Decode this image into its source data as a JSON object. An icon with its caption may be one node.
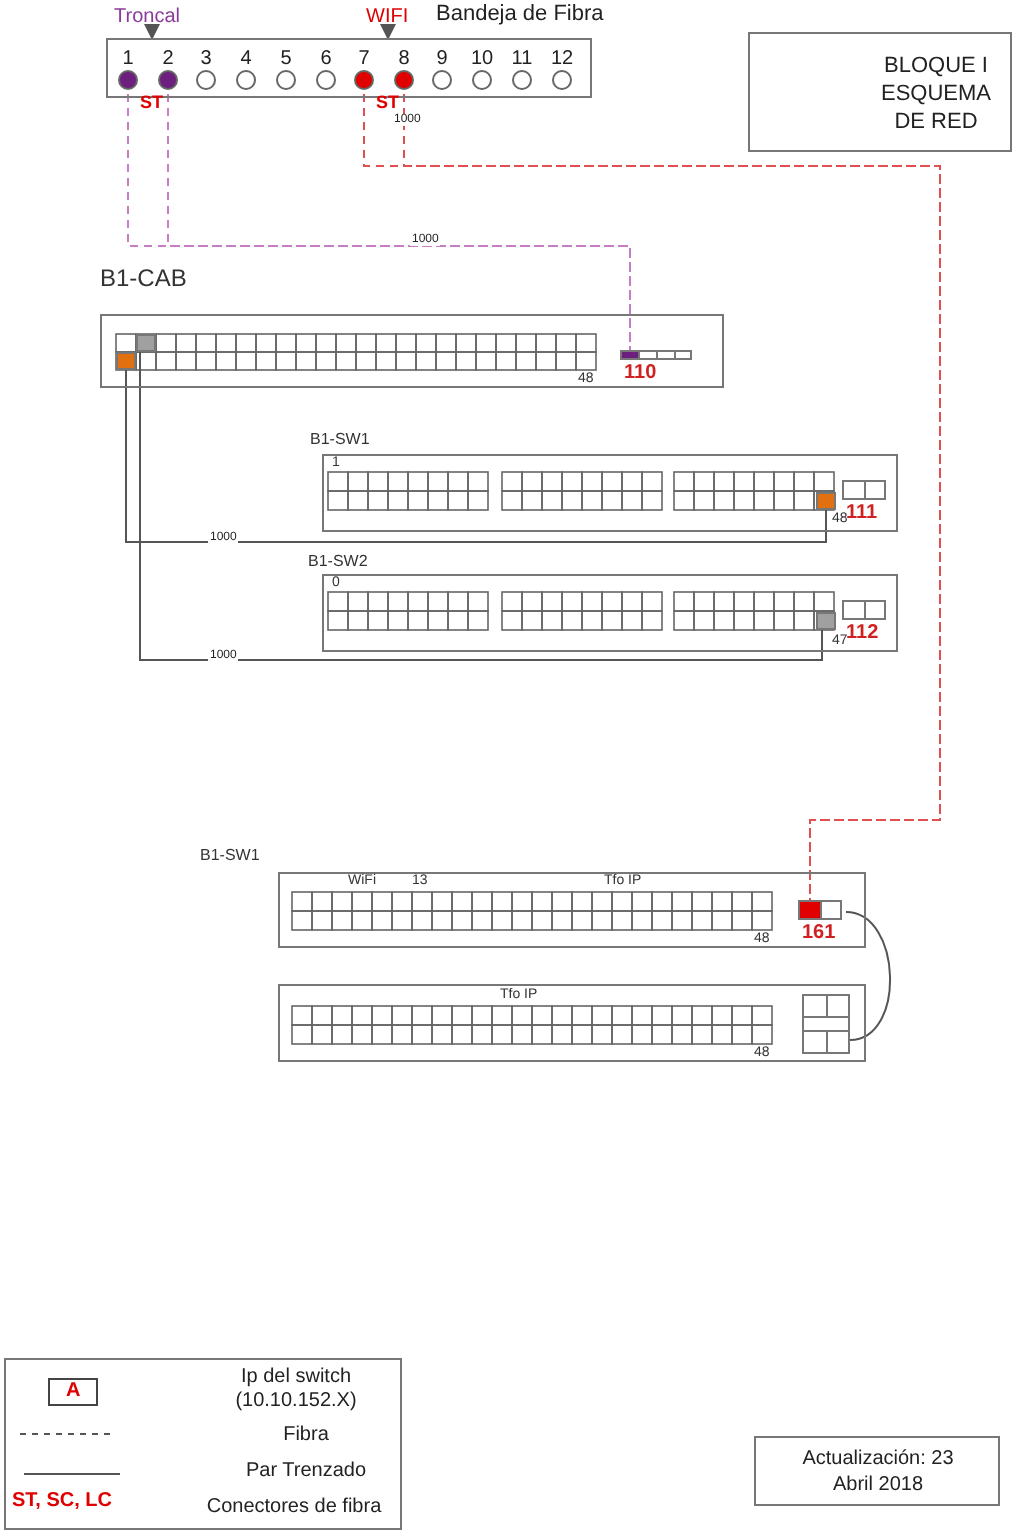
{
  "diagram": {
    "title": "BLOQUE I ESQUEMA DE RED",
    "caption": "Actualización: 23 Abril 2018",
    "nodes": [
      {
        "text": [
          "Troncal"
        ]
      },
      {
        "text": [
          "WIFI"
        ]
      },
      {
        "text": [
          "Bandeja de Fibra"
        ]
      },
      {
        "text": [
          "1"
        ],
        "in": 2
      },
      {
        "text": [
          "2"
        ],
        "in": 2
      },
      {
        "text": [
          "3"
        ],
        "in": 2
      },
      {
        "text": [
          "4"
        ],
        "in": 2
      },
      {
        "text": [
          "5"
        ],
        "in": 2
      },
      {
        "text": [
          "6"
        ],
        "in": 2
      },
      {
        "text": [
          "7"
        ],
        "in": 2
      },
      {
        "text": [
          "8"
        ],
        "in": 2
      },
      {
        "text": [
          "9"
        ],
        "in": 2
      },
      {
        "text": [
          "10"
        ],
        "in": 2
      },
      {
        "text": [
          "11"
        ],
        "in": 2
      },
      {
        "text": [
          "12"
        ],
        "in": 2
      },
      {
        "text": [
          "B1-CAB"
        ]
      },
      {
        "text": [],
        "shape": "box",
        "in": 15
      },
      {
        "text": [],
        "shape": "box",
        "in": 15
      },
      {
        "text": [
          "110"
        ],
        "in": 15
      },
      {
        "text": [
          "B1-SW1"
        ]
      },
      {
        "text": [],
        "shape": "box",
        "in": 19
      },
      {
        "text": [
          "111"
        ],
        "in": 19
      },
      {
        "text": [
          "B1-SW2"
        ]
      },
      {
        "text": [],
        "shape": "box",
        "in": 22
      },
      {
        "text": [
          "112"
        ],
        "in": 22
      },
      {
        "text": [
          "B1-SW1"
        ]
      },
      {
        "text": [
          "161"
        ],
        "in": 25
      },
      {
        "text": [],
        "shape": "box"
      },
      {
        "text": [],
        "shape": "box",
        "in": 27
      }
    ],
    "edges": [
      {
        "from": 0,
        "to": 2,
        "arrow": "to"
      },
      {
        "from": 1,
        "to": 2,
        "arrow": "to"
      },
      {
        "from": 3,
        "to": 18,
        "arrow": "none",
        "label": "1000",
        "style": "dashed",
        "color": "#c77dc4"
      },
      {
        "from": 4,
        "to": 18,
        "arrow": "none",
        "style": "dashed",
        "color": "#c77dc4"
      },
      {
        "from": 9,
        "to": 26,
        "arrow": "none",
        "style": "dashed",
        "color": "#e05050"
      },
      {
        "from": 10,
        "to": 26,
        "arrow": "none",
        "label": "1000",
        "style": "dashed",
        "color": "#e05050"
      },
      {
        "from": 16,
        "to": 20,
        "arrow": "none",
        "label": "1000"
      },
      {
        "from": 17,
        "to": 23,
        "arrow": "none",
        "label": "1000"
      },
      {
        "from": 26,
        "to": 28,
        "arrow": "none"
      }
    ],
    "labels": [
      "ST",
      "ST",
      "48",
      "1",
      "48",
      "0",
      "47",
      "WiFi",
      "13",
      "Tfo IP",
      "48",
      "Tfo IP",
      "48",
      "A",
      "ST, SC, LC"
    ],
    "legend": [
      {
        "text": "Ip del switch (10.10.152.X)"
      },
      {
        "text": "Fibra"
      },
      {
        "text": "Par Trenzado"
      },
      {
        "text": "Conectores de fibra"
      }
    ]
  }
}
